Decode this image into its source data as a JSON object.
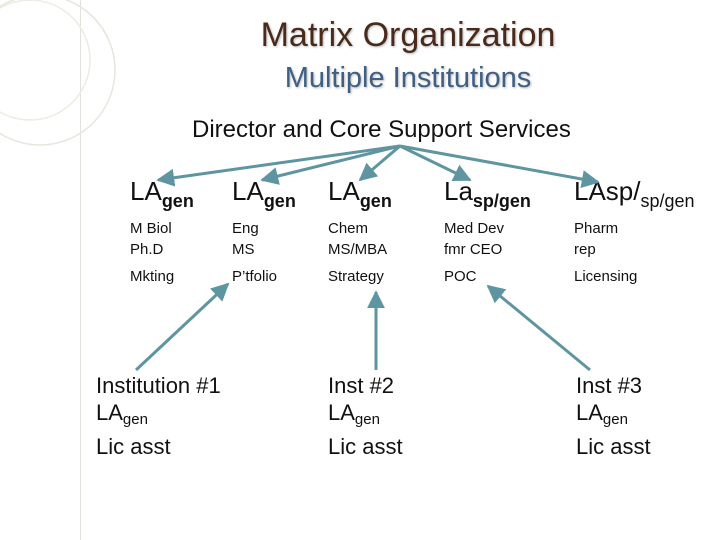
{
  "title": "Matrix Organization",
  "subtitle": "Multiple Institutions",
  "director": "Director and Core Support Services",
  "columns": [
    {
      "role": "LA",
      "sub": "gen",
      "desc1": "M Biol",
      "desc2": "Ph.D",
      "function": "Mkting"
    },
    {
      "role": "LA",
      "sub": "gen",
      "desc1": "Eng",
      "desc2": "MS",
      "function": "P’tfolio"
    },
    {
      "role": "LA",
      "sub": "gen",
      "desc1": "Chem",
      "desc2": "MS/MBA",
      "function": "Strategy"
    },
    {
      "role": "La",
      "sub": "sp/gen",
      "desc1": "Med Dev",
      "desc2": "fmr CEO",
      "function": "POC"
    },
    {
      "role": "LAsp/",
      "sub": "sp/gen",
      "desc1": "Pharm",
      "desc2": "rep",
      "function": "Licensing"
    }
  ],
  "institutions": [
    {
      "name": "Institution #1",
      "role": "LA",
      "sub": "gen",
      "assistant": "Lic asst"
    },
    {
      "name": "Inst #2",
      "role": "LA",
      "sub": "gen",
      "assistant": "Lic asst"
    },
    {
      "name": "Inst #3",
      "role": "LA",
      "sub": "gen",
      "assistant": "Lic asst"
    }
  ],
  "colors": {
    "title": "#4a2a1a",
    "subtitle": "#3f5f83",
    "arrow": "#5f95a0"
  }
}
